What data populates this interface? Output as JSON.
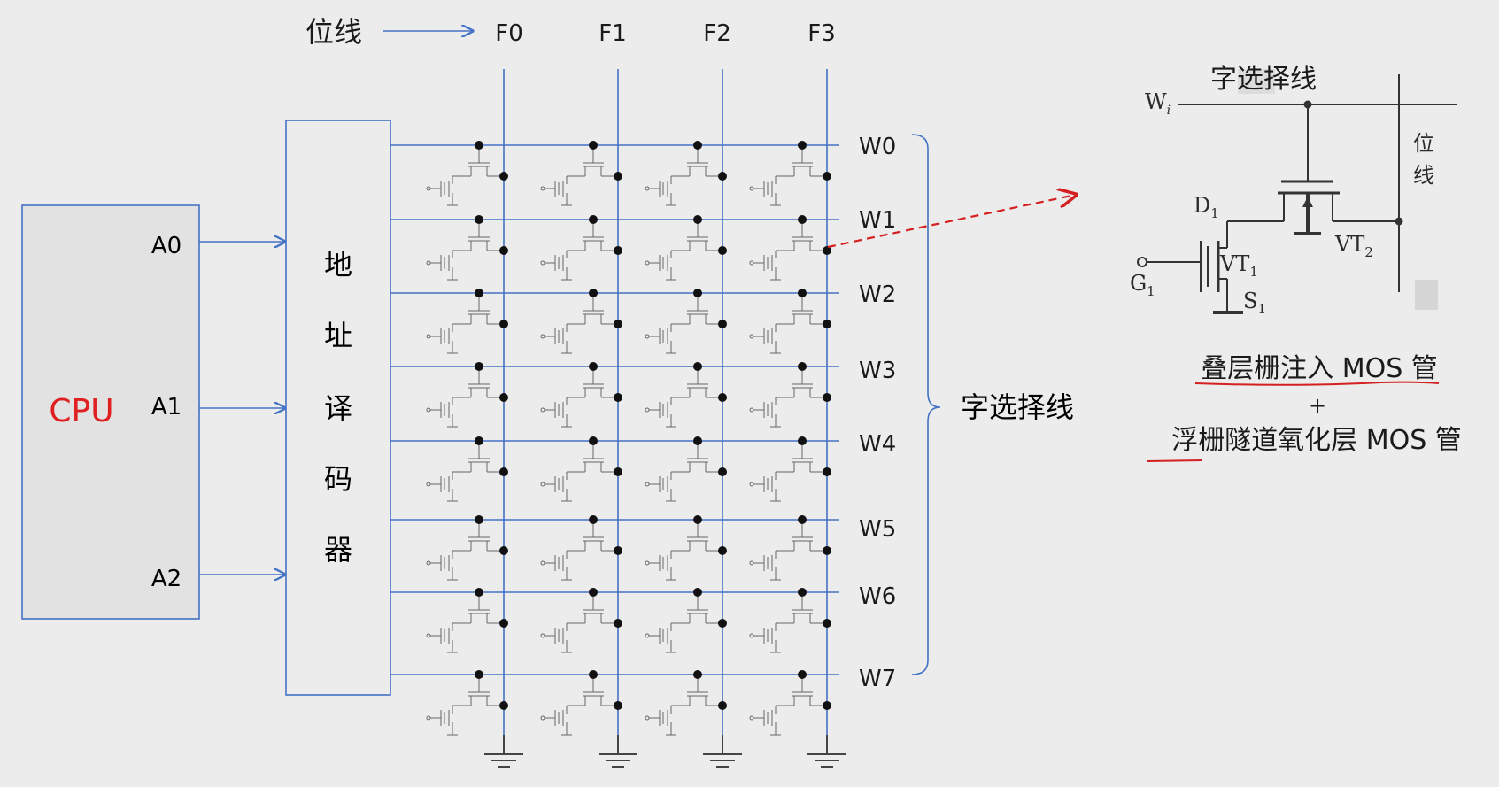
{
  "bitline_label": "位线",
  "bit_lines": [
    "F0",
    "F1",
    "F2",
    "F3"
  ],
  "word_lines": [
    "W0",
    "W1",
    "W2",
    "W3",
    "W4",
    "W5",
    "W6",
    "W7"
  ],
  "word_select_label": "字选择线",
  "cpu": {
    "label": "CPU",
    "address_lines": [
      "A0",
      "A1",
      "A2"
    ]
  },
  "decoder": {
    "chars": [
      "地",
      "址",
      "译",
      "码",
      "器"
    ]
  },
  "detail": {
    "word_select_label": "字选择线",
    "wire_label": "W",
    "wire_sub": "i",
    "bitline_chars": [
      "位",
      "线"
    ],
    "d_label": "D",
    "d_sub": "1",
    "g_label": "G",
    "g_sub": "1",
    "s_label": "S",
    "s_sub": "1",
    "vt1_label": "VT",
    "vt1_sub": "1",
    "vt2_label": "VT",
    "vt2_sub": "2"
  },
  "caption": {
    "line1": "叠层栅注入 MOS 管",
    "plus": "+",
    "line2": "浮栅隧道氧化层 MOS 管"
  },
  "colors": {
    "wire": "#4472c4",
    "cpu_text": "#e02020",
    "annotation": "#d42020",
    "background": "#ececec",
    "box_fill": "#e2e2e2"
  }
}
